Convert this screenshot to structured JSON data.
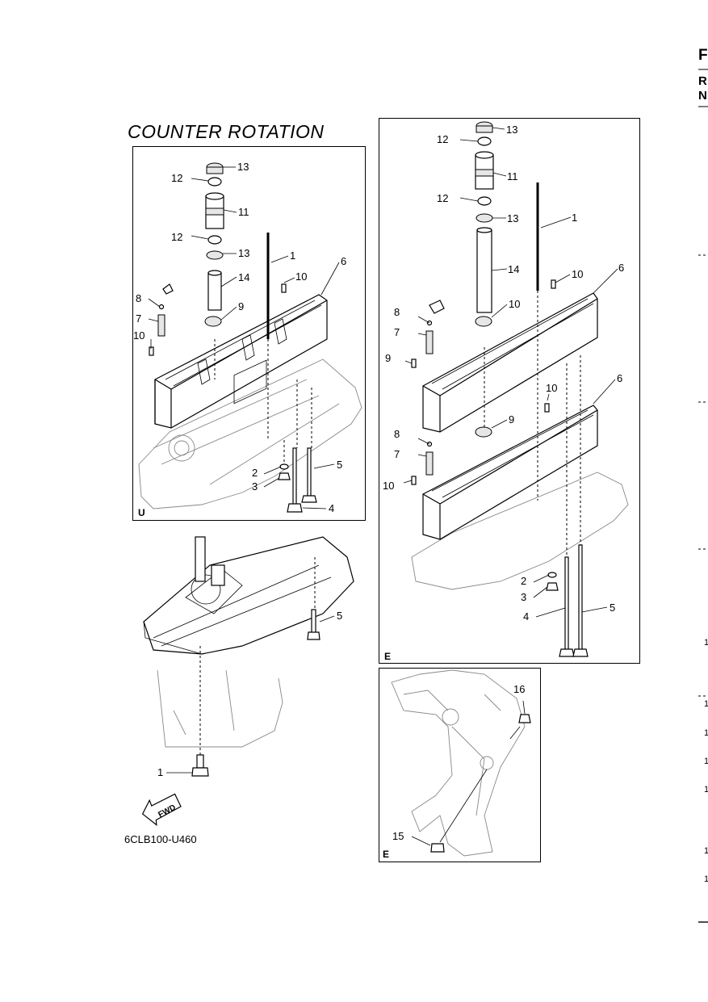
{
  "title": "COUNTER ROTATION",
  "part_number": "6CLB100-U460",
  "fwd_label": "FWD",
  "panels": {
    "u": {
      "tag": "U"
    },
    "e_main": {
      "tag": "E"
    },
    "e_bracket": {
      "tag": "E"
    }
  },
  "callouts": {
    "u": [
      "13",
      "12",
      "11",
      "12",
      "13",
      "14",
      "1",
      "10",
      "6",
      "8",
      "7",
      "10",
      "9",
      "2",
      "3",
      "5",
      "4"
    ],
    "lower": [
      "5",
      "1"
    ],
    "e": [
      "13",
      "12",
      "11",
      "12",
      "13",
      "1",
      "14",
      "10",
      "6",
      "8",
      "7",
      "9",
      "10",
      "10",
      "6",
      "9",
      "8",
      "7",
      "10",
      "2",
      "3",
      "4",
      "5"
    ],
    "bracket": [
      "16",
      "15"
    ]
  },
  "edge": {
    "top_letters": [
      "F",
      "R",
      "N"
    ],
    "side_digits": [
      "1",
      "1",
      "1",
      "1",
      "1",
      "1",
      "1"
    ]
  }
}
